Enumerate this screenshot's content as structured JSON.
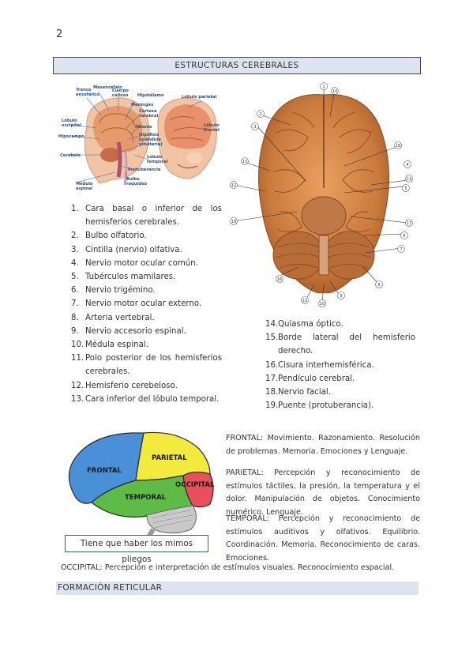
{
  "page_number": "2",
  "section_title": "ESTRUCTURAS CEREBRALES",
  "fig1_labels": {
    "mesencefalo": "Mesencéfalo",
    "tronco": "Tronco\nencefálico",
    "cuerpo_calloso": "Cuerpo\ncalloso",
    "hipotalamo": "Hipotálamo",
    "meninges": "Meninges",
    "lobulo_parietal": "Lóbulo parietal",
    "lobulo_occipital": "Lóbulo\noccipital",
    "corteza": "Corteza\ncerebral",
    "talamo": "Tálamo",
    "lobulo_frontal": "Lóbulo\nfrontal",
    "hipocampo": "Hipocampo",
    "hipofisis": "Hipófisis\n(glándula\npituitaria)",
    "cerebelo": "Cerebelo",
    "lobulo_temporal": "Lóbulo\ntemporal",
    "protuberancia": "Protuberancia",
    "medula": "Médula\nespinal",
    "bulbo": "Bulbo\nraquídeo"
  },
  "brain_markers": [
    "1",
    "14",
    "2",
    "3",
    "13",
    "12",
    "19",
    "18",
    "4",
    "11",
    "5",
    "17",
    "6",
    "7",
    "16",
    "15",
    "8",
    "9",
    "10"
  ],
  "list_left": [
    {
      "num": "1.",
      "text": "Cara basal o inferior de los hemisferios cerebrales."
    },
    {
      "num": "2.",
      "text": "Bulbo olfatorio."
    },
    {
      "num": "3.",
      "text": "Cintilla (nervio) olfativa."
    },
    {
      "num": "4.",
      "text": "Nervio motor ocular común."
    },
    {
      "num": "5.",
      "text": "Tubérculos mamilares."
    },
    {
      "num": "6.",
      "text": "Nervio trigémino."
    },
    {
      "num": "7.",
      "text": "Nervio motor ocular externo."
    },
    {
      "num": "8.",
      "text": "Arteria vertebral."
    },
    {
      "num": "9.",
      "text": "Nervio accesorio espinal."
    },
    {
      "num": "10.",
      "text": "Médula espinal."
    },
    {
      "num": "11.",
      "text": "Polo posterior de los hemisferios cerebrales."
    },
    {
      "num": "12.",
      "text": "Hemisferio cerebeloso."
    },
    {
      "num": "13.",
      "text": "Cara inferior del lóbulo temporal."
    }
  ],
  "list_right": [
    {
      "num": "14.",
      "text": "Quiasma óptico."
    },
    {
      "num": "15.",
      "text": "Borde lateral del hemisferio derecho."
    },
    {
      "num": "16.",
      "text": "Cisura interhemisférica."
    },
    {
      "num": "17.",
      "text": "Pendículo cerebral."
    },
    {
      "num": "18.",
      "text": "Nervio facial."
    },
    {
      "num": "19.",
      "text": "Puente (protuberancia)."
    }
  ],
  "lobes": {
    "frontal": "FRONTAL",
    "parietal": "PARIETAL",
    "occipital": "OCCIPITAL",
    "temporal": "TEMPORAL"
  },
  "descriptions": {
    "frontal": "FRONTAL: Movimiento. Razonamiento. Resolución de problemas. Memoria. Emociones y Lenguaje.",
    "parietal": "PARIETAL: Percepción y reconocimiento de estímulos táctiles, la presión, la temperatura y el dolor. Manipulación de objetos. Conocimiento numérico. Lenguaje.",
    "temporal": "TEMPORAL: Percepción y reconocimiento de estímulos auditivos y olfativos. Equilibrio. Coordinación. Memoria. Reconocimiento de caras. Emociones.",
    "occipital": "OCCIPITAL: Percepción e interpretación de estímulos visuales. Reconocimiento espacial."
  },
  "note": "Tiene que haber los mimos pliegos",
  "next_section": "FORMACIÓN RETICULAR",
  "colors": {
    "title_bg": "#dde4ef",
    "frontal": "#4a90d9",
    "parietal": "#f2ea3c",
    "occipital": "#e8505b",
    "temporal": "#5dbb46",
    "brain_tissue": "#d98b4a"
  }
}
